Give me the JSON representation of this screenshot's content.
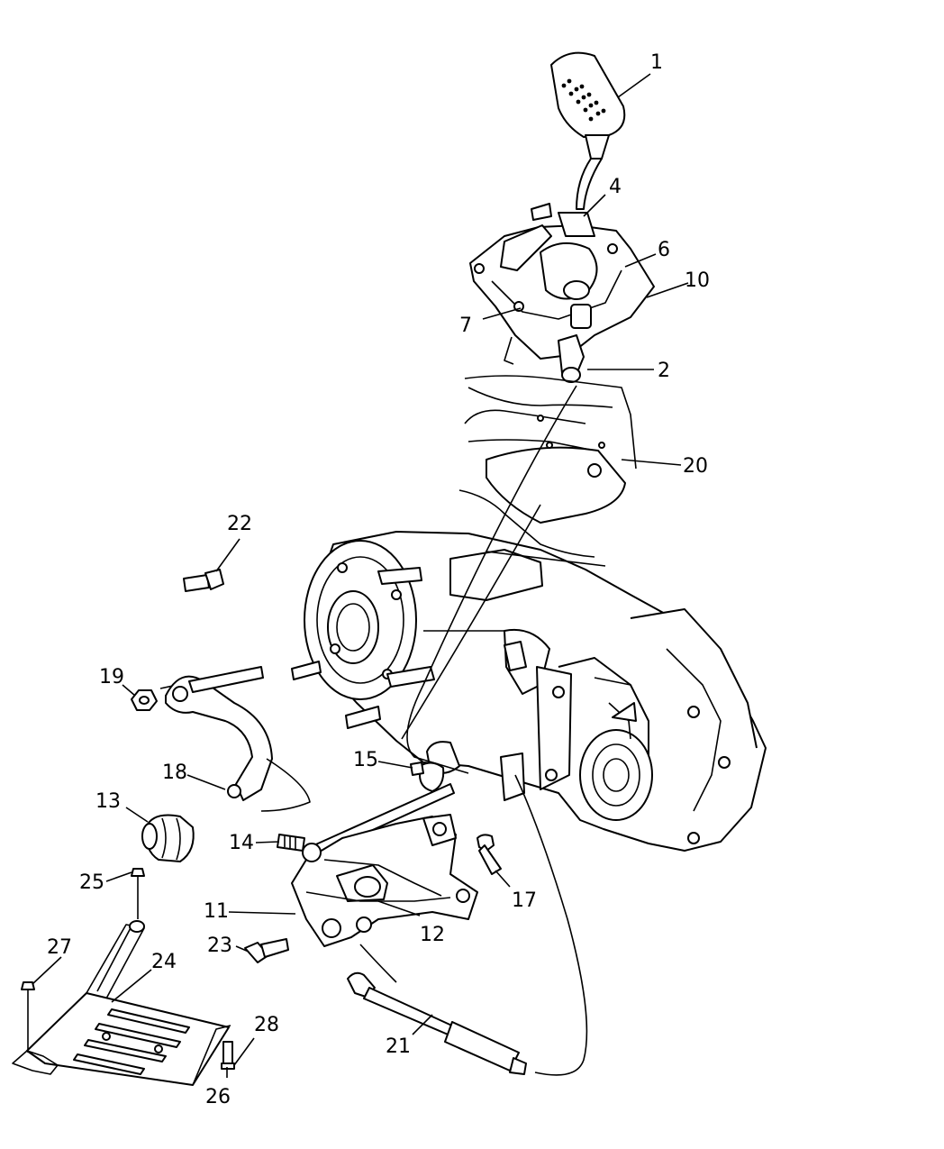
{
  "callouts": [
    {
      "id": "c1",
      "label": "1"
    },
    {
      "id": "c2",
      "label": "2"
    },
    {
      "id": "c4",
      "label": "4"
    },
    {
      "id": "c6",
      "label": "6"
    },
    {
      "id": "c7",
      "label": "7"
    },
    {
      "id": "c10",
      "label": "10"
    },
    {
      "id": "c11",
      "label": "11"
    },
    {
      "id": "c12",
      "label": "12"
    },
    {
      "id": "c13",
      "label": "13"
    },
    {
      "id": "c14",
      "label": "14"
    },
    {
      "id": "c15",
      "label": "15"
    },
    {
      "id": "c17",
      "label": "17"
    },
    {
      "id": "c18",
      "label": "18"
    },
    {
      "id": "c19",
      "label": "19"
    },
    {
      "id": "c20",
      "label": "20"
    },
    {
      "id": "c21",
      "label": "21"
    },
    {
      "id": "c22",
      "label": "22"
    },
    {
      "id": "c23",
      "label": "23"
    },
    {
      "id": "c24",
      "label": "24"
    },
    {
      "id": "c25",
      "label": "25"
    },
    {
      "id": "c26",
      "label": "26"
    },
    {
      "id": "c27",
      "label": "27"
    },
    {
      "id": "c28",
      "label": "28"
    }
  ]
}
